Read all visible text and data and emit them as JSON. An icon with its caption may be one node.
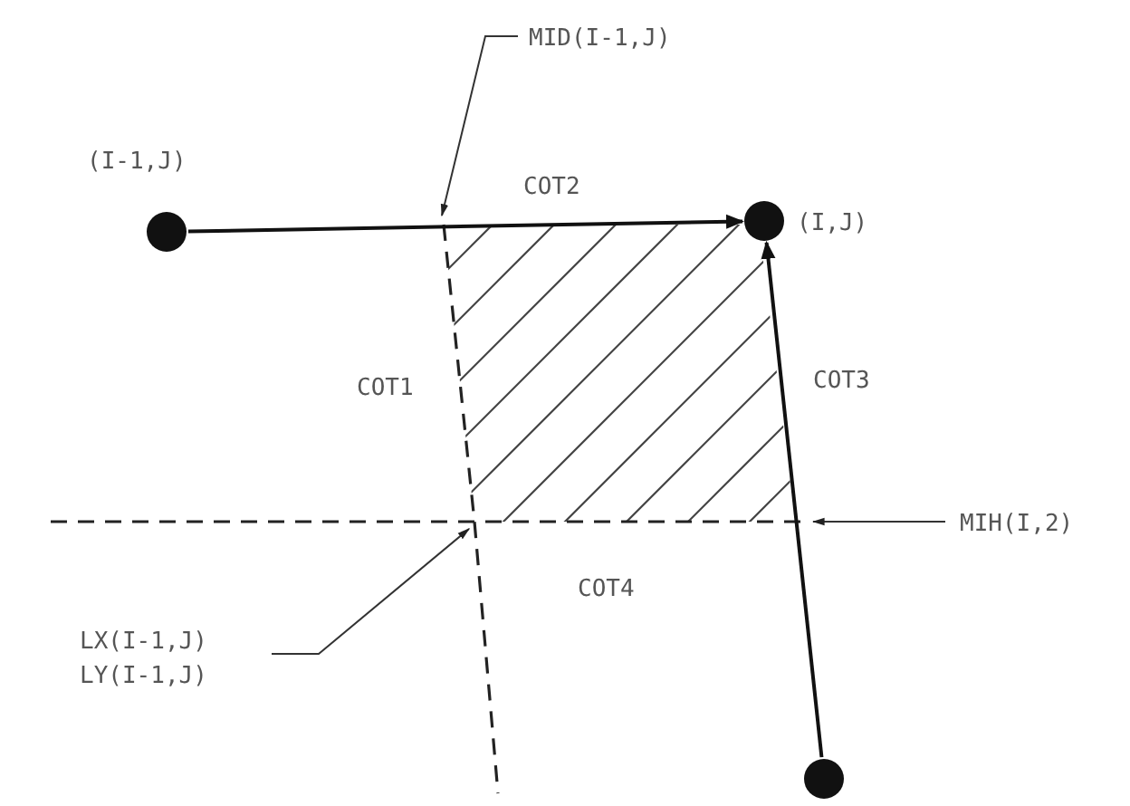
{
  "diagram": {
    "nodes": [
      {
        "text": [],
        "shape": "circle",
        "beside": [
          "(I-1,J)"
        ]
      },
      {
        "text": [],
        "shape": "circle",
        "beside": [
          "(I,J)"
        ]
      },
      {
        "text": [],
        "shape": "circle"
      },
      {
        "text": [
          "MID(I-1,J)"
        ]
      },
      {
        "text": [
          "MIH(I,2)"
        ]
      },
      {
        "text": [
          "LX(I-1,J)",
          "LY(I-1,J)"
        ]
      },
      {
        "text": [],
        "shape": "line"
      },
      {
        "text": [],
        "shape": "line"
      }
    ],
    "edges": [
      {
        "from": 0,
        "to": 1,
        "arrow": "to",
        "label": "COT2"
      },
      {
        "from": 2,
        "to": 1,
        "arrow": "to",
        "label": "COT3"
      },
      {
        "from": 3,
        "to": 6,
        "arrow": "to"
      },
      {
        "from": 4,
        "to": 7,
        "arrow": "to"
      },
      {
        "from": 5,
        "to": 6,
        "arrow": "to"
      }
    ],
    "labels": [
      "COT1",
      "COT4"
    ]
  }
}
